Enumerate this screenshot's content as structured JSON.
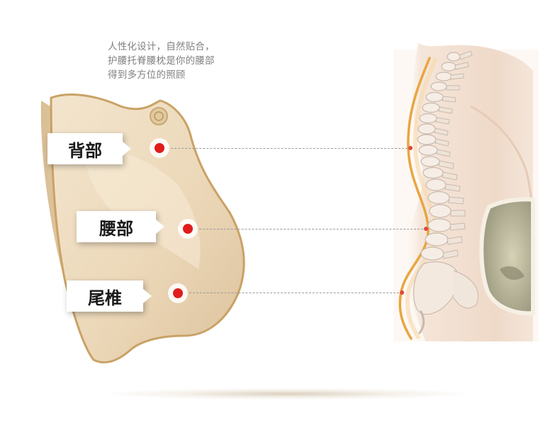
{
  "intro": {
    "line1": "人性化设计，自然贴合，",
    "line2": "护腰托脊腰枕是你的腰部",
    "line3": "得到多方位的照顾"
  },
  "labels": {
    "back": "背部",
    "waist": "腰部",
    "tailbone": "尾椎"
  },
  "colors": {
    "pillow": "#efdcc0",
    "pillow_piping": "#c9a265",
    "marker": "#e01c1c",
    "spine_curve": "#e8a640"
  }
}
